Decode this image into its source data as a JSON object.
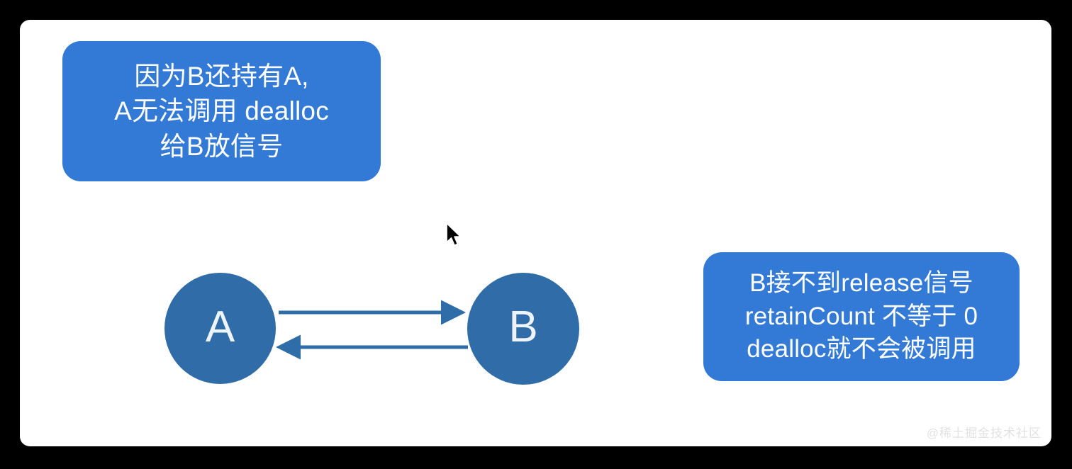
{
  "canvas": {
    "background_color": "#ffffff",
    "outer_background_color": "#000000"
  },
  "colors": {
    "callout_blue": "#3379d6",
    "node_blue": "#2f6ca8",
    "arrow_blue": "#2e6da8",
    "text_white": "#ffffff",
    "watermark_gray": "#e2e2e2"
  },
  "callouts": [
    {
      "id": "left",
      "lines": [
        "因为B还持有A,",
        "A无法调用 dealloc",
        "给B放信号"
      ]
    },
    {
      "id": "right",
      "lines": [
        "B接不到release信号",
        "retainCount 不等于 0",
        "dealloc就不会被调用"
      ]
    }
  ],
  "nodes": [
    {
      "id": "a",
      "label": "A"
    },
    {
      "id": "b",
      "label": "B"
    }
  ],
  "arrows": [
    {
      "id": "a-to-b",
      "direction": "right",
      "from": "A",
      "to": "B"
    },
    {
      "id": "b-to-a",
      "direction": "left",
      "from": "B",
      "to": "A"
    }
  ],
  "cursor": {
    "type": "arrow-pointer"
  },
  "watermark": {
    "text": "@稀土掘金技术社区"
  }
}
